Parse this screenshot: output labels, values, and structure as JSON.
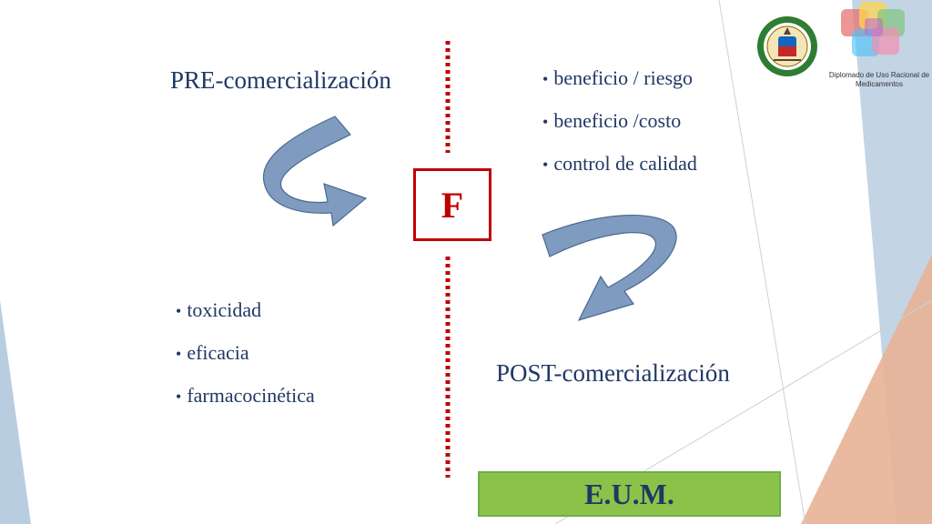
{
  "theme": {
    "accent_red": "#c00000",
    "text_navy": "#1f3864",
    "arrow_blue": "#6f8fb5",
    "green_box": "#8bc34a",
    "corner_peach": "#e8b296",
    "corner_blue": "#b8cde0"
  },
  "diagram": {
    "pre_title": "PRE-comercialización",
    "post_title": "POST-comercialización",
    "center_letter": "F",
    "top_right_items": [
      "beneficio / riesgo",
      "beneficio /costo",
      "control de calidad"
    ],
    "bottom_left_items": [
      "toxicidad",
      "eficacia",
      "farmacocinética"
    ],
    "footer_label": "E.U.M."
  },
  "header": {
    "seal_icon": "university-seal-icon",
    "logo_icon": "diploma-logo-icon",
    "logo_caption": "Diplomado de Uso Racional de Medicamentos"
  }
}
